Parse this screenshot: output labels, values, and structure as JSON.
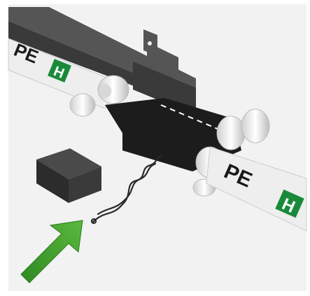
{
  "illustration": {
    "belt_marking_left": "PE",
    "belt_marking_right": "PE",
    "logo_letter_left": "H",
    "logo_letter_right": "H"
  },
  "colors": {
    "background": "#f2f2f2",
    "frame": "#ffffff",
    "belt": "#eeeeee",
    "splice": "#1c1c1c",
    "seam_dashes": "#ffffff",
    "rail": "#3a3a3a",
    "rail_top": "#555555",
    "brand_green": "#1a8a3a",
    "arrow_green": "#3a9a2a",
    "text_dark": "#1a1a1a"
  },
  "icons": {
    "arrow": "green-arrow-icon",
    "fastener": "wire-clip-icon",
    "block": "rubber-block-icon"
  }
}
